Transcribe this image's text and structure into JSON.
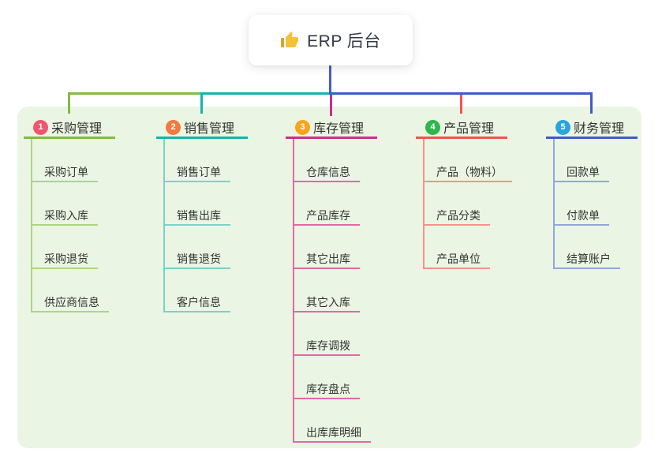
{
  "root": {
    "label": "ERP 后台",
    "icon": "thumbs-up",
    "line_color": "#4a5cc6"
  },
  "panel": {
    "bg": "#eaf6e3"
  },
  "branches": [
    {
      "num": "1",
      "label": "采购管理",
      "badge_color": "#f2566f",
      "line_color": "#82ba42",
      "light_color": "#abd584",
      "children": [
        "采购订单",
        "采购入库",
        "采购退货",
        "供应商信息"
      ]
    },
    {
      "num": "2",
      "label": "销售管理",
      "badge_color": "#f4793b",
      "line_color": "#14b5ac",
      "light_color": "#79d2ca",
      "children": [
        "销售订单",
        "销售出库",
        "销售退货",
        "客户信息"
      ]
    },
    {
      "num": "3",
      "label": "库存管理",
      "badge_color": "#f9a41b",
      "line_color": "#cc2e8f",
      "light_color": "#e268a8",
      "children": [
        "仓库信息",
        "产品库存",
        "其它出库",
        "其它入库",
        "库存调拨",
        "库存盘点",
        "出库库明细"
      ]
    },
    {
      "num": "4",
      "label": "产品管理",
      "badge_color": "#2db74d",
      "line_color": "#f5524d",
      "light_color": "#f8918c",
      "children": [
        "产品（物料）",
        "产品分类",
        "产品单位"
      ]
    },
    {
      "num": "5",
      "label": "财务管理",
      "badge_color": "#2aa4de",
      "line_color": "#3e5bc7",
      "light_color": "#92a6e0",
      "children": [
        "回款单",
        "付款单",
        "结算账户"
      ]
    }
  ]
}
